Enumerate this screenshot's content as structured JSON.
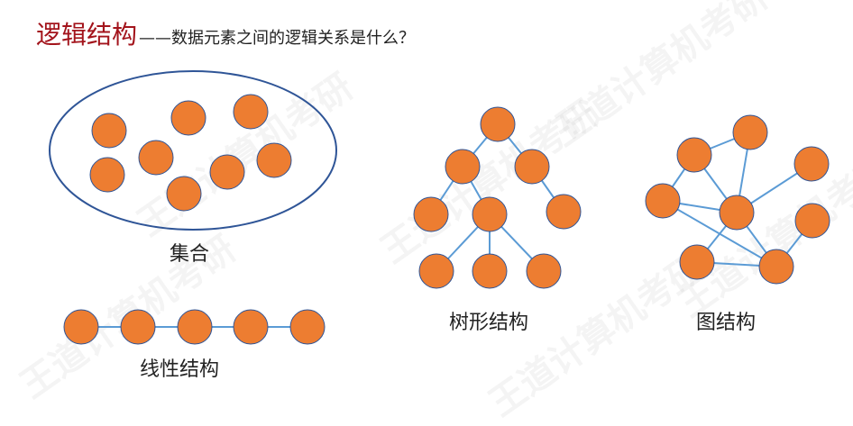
{
  "title": {
    "main": "逻辑结构",
    "subtitle": "——数据元素之间的逻辑关系是什么？"
  },
  "labels": {
    "set": "集合",
    "linear": "线性结构",
    "tree": "树形结构",
    "graph": "图结构"
  },
  "watermark": "王道计算机考研",
  "colors": {
    "node_fill": "#ed7d31",
    "node_stroke": "#2f5597",
    "edge": "#5b9bd5",
    "ellipse": "#2f5597",
    "title_main": "#a3141c"
  }
}
